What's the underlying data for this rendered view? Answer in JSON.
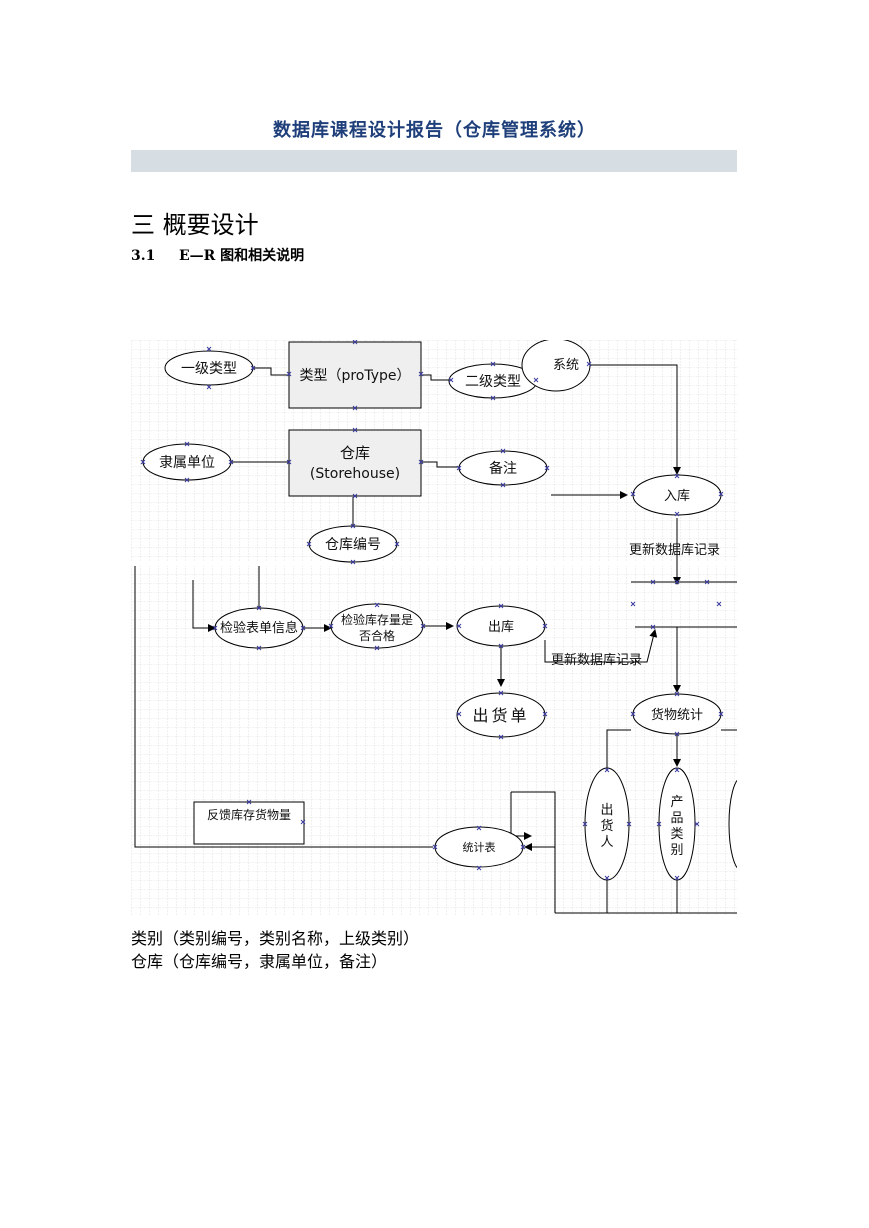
{
  "document": {
    "title": "数据库课程设计报告（仓库管理系统）",
    "section_heading": "三  概要设计",
    "subsection_number": "3.1",
    "subsection_title": "E—R 图和相关说明"
  },
  "diagram": {
    "entities": {
      "type": "类型（proType）",
      "warehouse_line1": "仓库",
      "warehouse_line2": "(Storehouse)",
      "feedback": "反馈库存货物量"
    },
    "attributes": {
      "level1": "一级类型",
      "level2": "二级类型",
      "affiliated_unit": "隶属单位",
      "remark": "备注",
      "warehouse_no": "仓库编号",
      "system": "系统",
      "stock_in": "入库",
      "inspection_form": "检验表单信息",
      "inspection_check": "检验库存量是否合格",
      "stock_out": "出库",
      "delivery_note": "出货单",
      "goods_stats": "货物统计",
      "shipper": "出货人",
      "product_category": "产品类别",
      "report": "统计表"
    },
    "labels": {
      "update_db_1": "更新数据库记录",
      "update_db_2": "更新数据库记录"
    }
  },
  "body_lines": [
    "类别（类别编号，类别名称，上级类别）",
    "仓库（仓库编号，隶属单位，备注）"
  ]
}
